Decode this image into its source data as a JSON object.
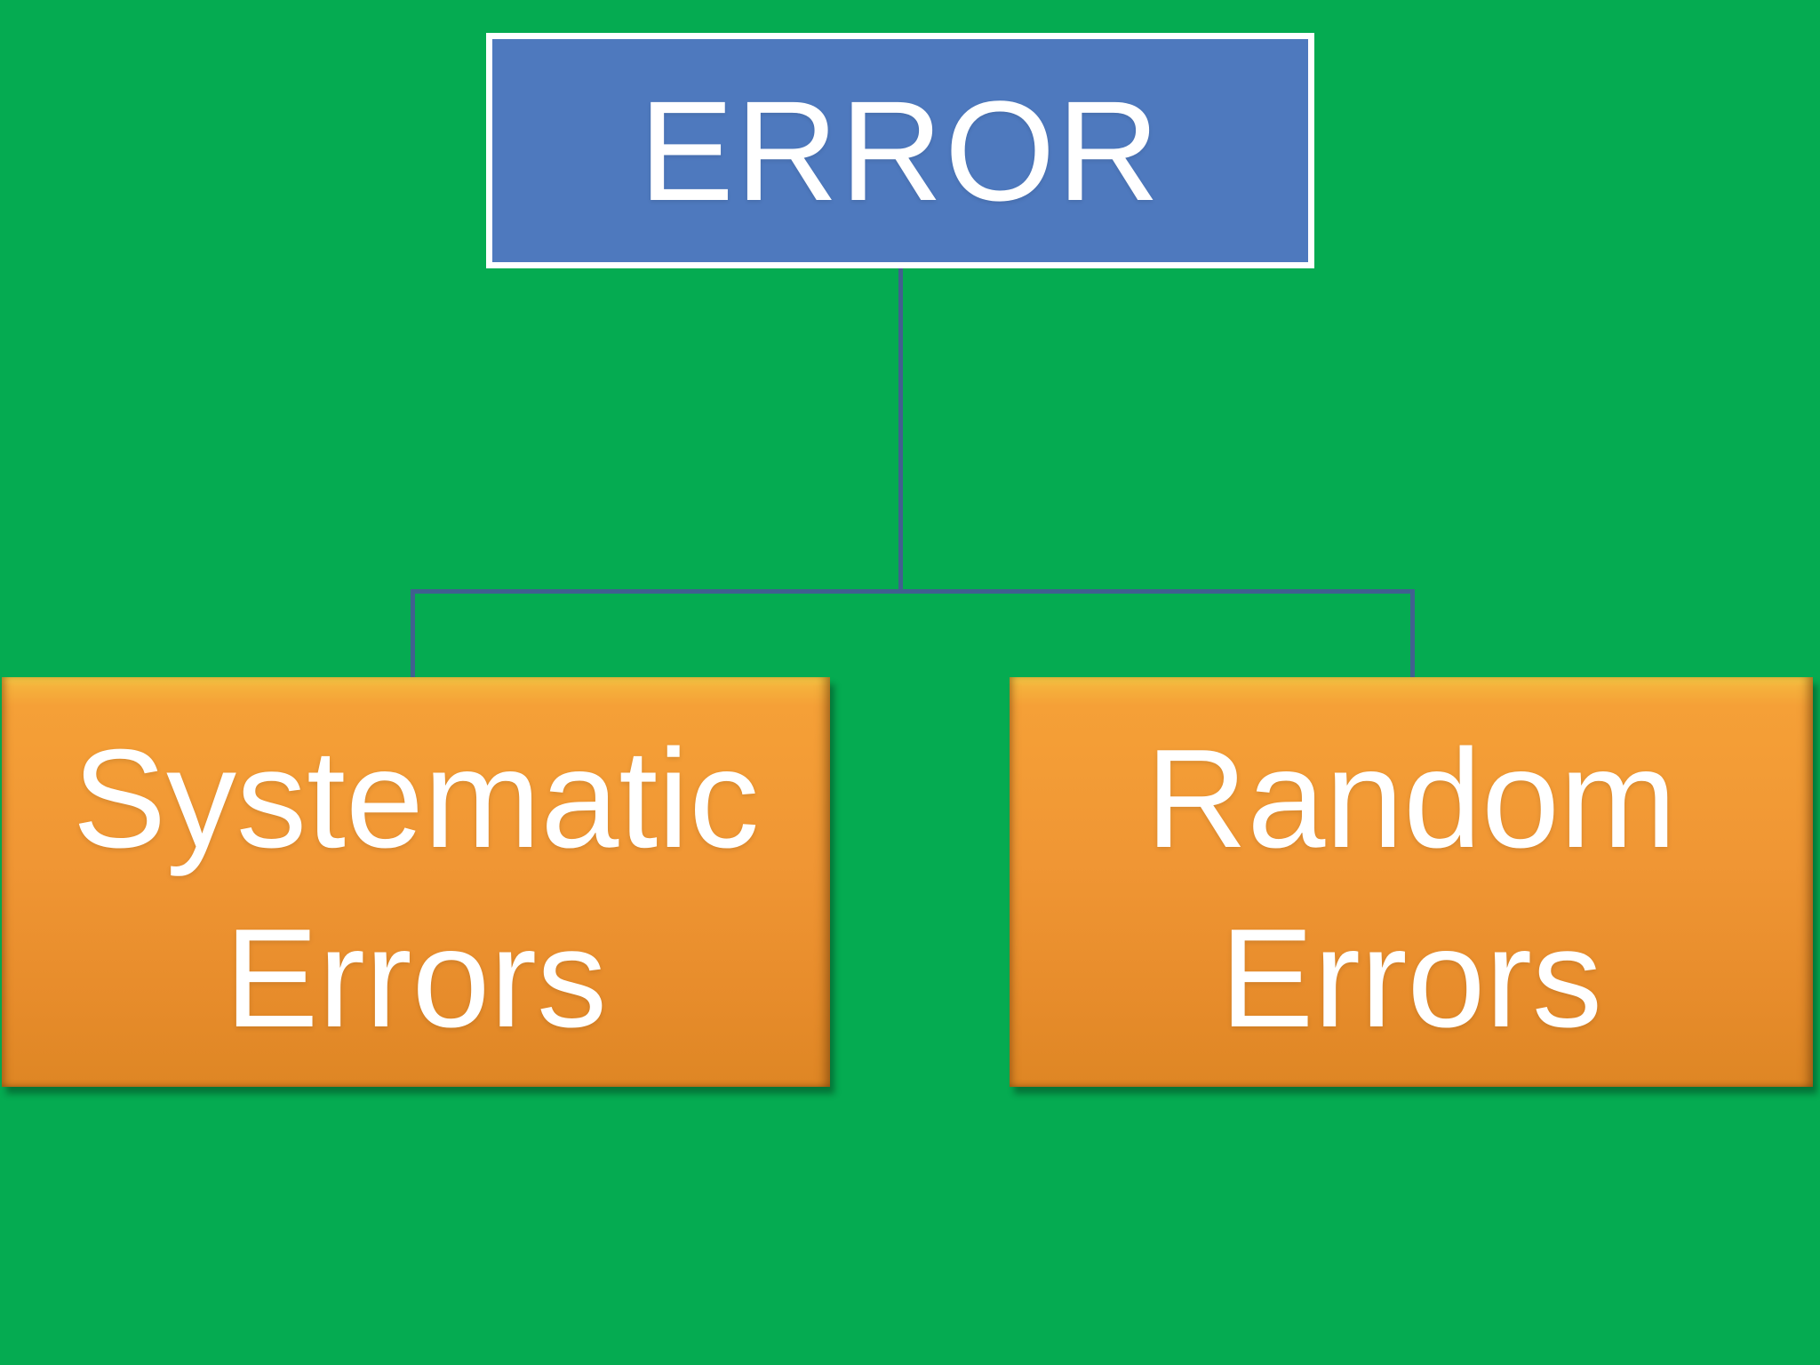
{
  "diagram": {
    "type": "hierarchy",
    "root": {
      "label": "ERROR"
    },
    "children": [
      {
        "label": "Systematic Errors",
        "lines": [
          "Systematic",
          "Errors"
        ]
      },
      {
        "label": "Random Errors",
        "lines": [
          "Random",
          "Errors"
        ]
      }
    ]
  },
  "colors": {
    "background": "#05AB51",
    "root_fill": "#4E79BE",
    "root_border": "#FFFFFF",
    "connector": "#41608F",
    "child_top_highlight": "#F4CB47",
    "child_fill_top": "#F5A037",
    "child_fill_bottom": "#DE8624",
    "label_text": "#FFFFFF"
  }
}
